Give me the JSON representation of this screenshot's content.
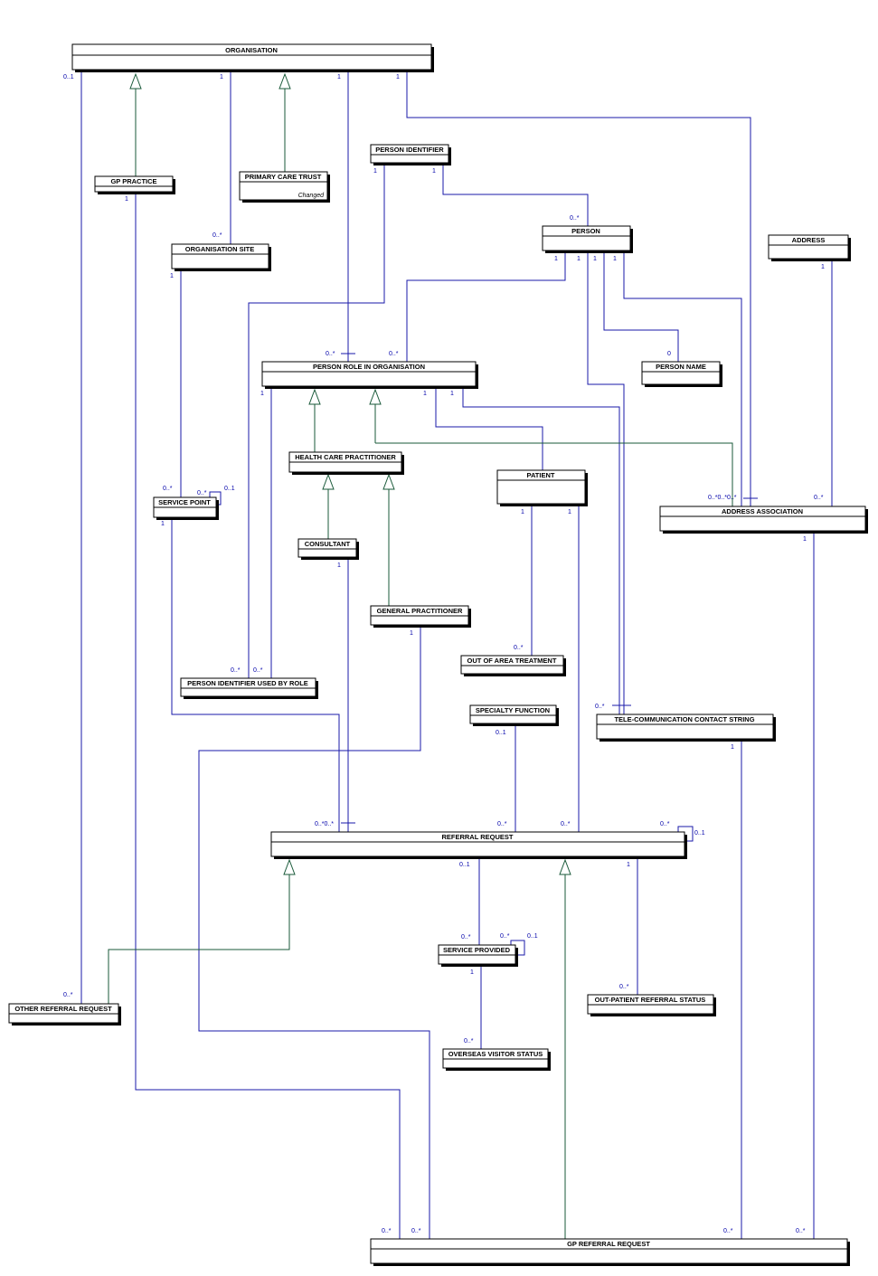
{
  "diagram": {
    "classes": {
      "organisation": "ORGANISATION",
      "gp_practice": "GP PRACTICE",
      "primary_care_trust": "PRIMARY CARE TRUST",
      "primary_care_trust_note": "Changed",
      "person_identifier": "PERSON IDENTIFIER",
      "person": "PERSON",
      "address": "ADDRESS",
      "organisation_site": "ORGANISATION SITE",
      "person_role_in_organisation": "PERSON ROLE IN ORGANISATION",
      "person_name": "PERSON NAME",
      "health_care_practitioner": "HEALTH CARE PRACTITIONER",
      "patient": "PATIENT",
      "address_association": "ADDRESS ASSOCIATION",
      "service_point": "SERVICE POINT",
      "consultant": "CONSULTANT",
      "general_practitioner": "GENERAL PRACTITIONER",
      "out_of_area_treatment": "OUT OF AREA TREATMENT",
      "person_identifier_used_by_role": "PERSON IDENTIFIER USED BY ROLE",
      "specialty_function": "SPECIALTY FUNCTION",
      "telecommunication_contact_string": "TELE-COMMUNICATION CONTACT STRING",
      "referral_request": "REFERRAL REQUEST",
      "service_provided": "SERVICE PROVIDED",
      "other_referral_request": "OTHER REFERRAL REQUEST",
      "outpatient_referral_status": "OUT-PATIENT REFERRAL STATUS",
      "overseas_visitor_status": "OVERSEAS VISITOR STATUS",
      "gp_referral_request": "GP REFERRAL REQUEST"
    },
    "multiplicities": {
      "org_zero_one": "0..1",
      "org_one_a": "1",
      "org_one_b": "1",
      "org_one_c": "1",
      "gp_practice_one": "1",
      "pid_one_a": "1",
      "pid_one_b": "1",
      "person_many": "0..*",
      "site_many": "0..*",
      "site_one": "1",
      "person_one_a": "1",
      "person_one_b": "1",
      "person_one_c": "1",
      "person_one_d": "1",
      "address_one": "1",
      "pro_many_a": "0..*",
      "pro_many_b": "0..*",
      "pname_zero": "0",
      "pro_one_a": "1",
      "pro_one_b": "1",
      "pro_one_c": "1",
      "sp_many": "0..*",
      "sp_self_many": "0..*",
      "sp_self_one": "0..1",
      "sp_one": "1",
      "aa_many_a": "0..*0..*0..*",
      "aa_many_b": "0..*",
      "aa_one": "1",
      "patient_one_a": "1",
      "patient_one_b": "1",
      "consultant_one": "1",
      "gp_one": "1",
      "oat_many": "0..*",
      "piubr_many_a": "0..*",
      "piubr_many_b": "0..*",
      "tcs_many": "0..*",
      "tcs_one": "1",
      "spec_zero_one": "0..1",
      "rr_many_a": "0..*0..*",
      "rr_many_b": "0..*",
      "rr_many_c": "0..*",
      "rr_self_many": "0..*",
      "rr_self_one": "0..1",
      "rr_zero_one": "0..1",
      "rr_one": "1",
      "svp_many": "0..*",
      "svp_self_many": "0..*",
      "svp_self_one": "0..1",
      "svp_one": "1",
      "orr_many": "0..*",
      "ops_many": "0..*",
      "ovs_many": "0..*",
      "gprr_many_a": "0..*",
      "gprr_many_b": "0..*",
      "gprr_many_c": "0..*",
      "gprr_many_d": "0..*"
    },
    "colors": {
      "association_line": "#1a1aaa",
      "generalization_line": "#1a5a3a",
      "multiplicity_text": "#0000aa",
      "box_border": "#000000"
    }
  }
}
